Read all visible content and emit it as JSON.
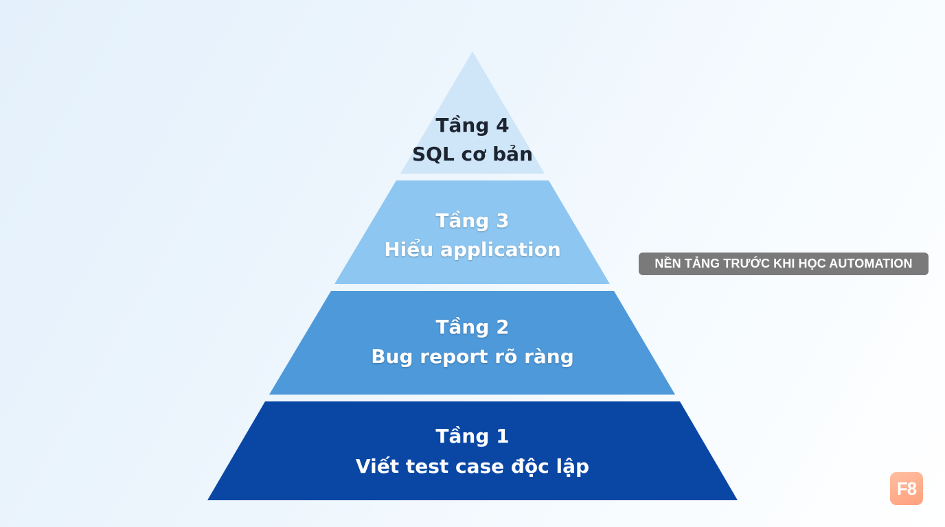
{
  "pyramid": {
    "tiers": [
      {
        "title": "Tầng 4",
        "subtitle": "SQL cơ bản",
        "color": "#cfe5f8"
      },
      {
        "title": "Tầng 3",
        "subtitle": "Hiểu application",
        "color": "#8dc6f0"
      },
      {
        "title": "Tầng 2",
        "subtitle": "Bug report rõ ràng",
        "color": "#4e99da"
      },
      {
        "title": "Tầng 1",
        "subtitle": "Viết test case độc lập",
        "color": "#0a47a5"
      }
    ]
  },
  "side_label": "NỀN TẢNG TRƯỚC KHI HỌC AUTOMATION",
  "logo": {
    "text": "F8",
    "color": "#ffa987"
  }
}
